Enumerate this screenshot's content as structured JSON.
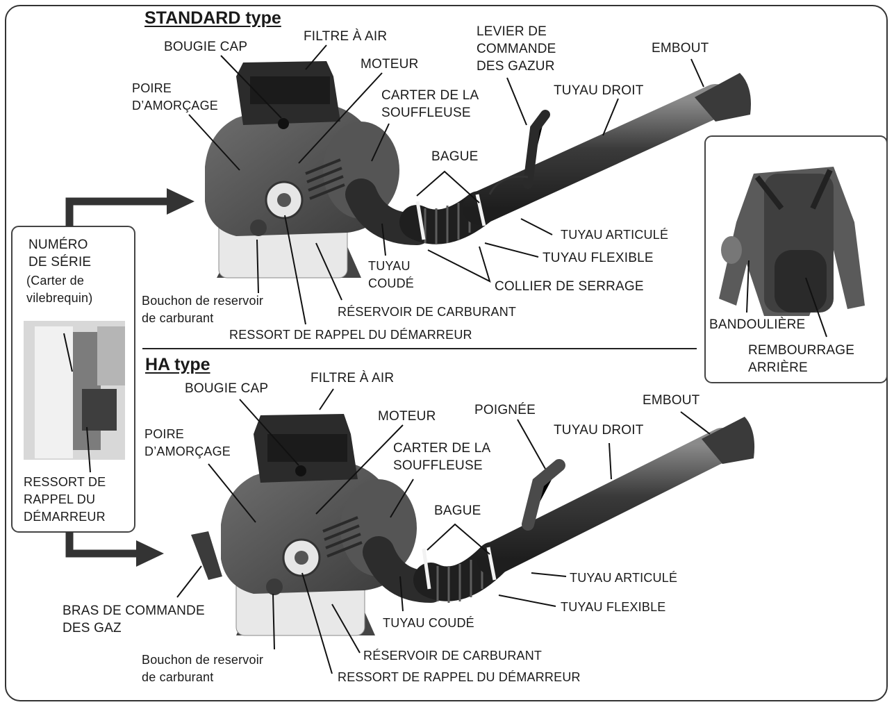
{
  "sections": {
    "standard": "STANDARD type",
    "ha": "HA type"
  },
  "standard": {
    "bougie_cap": "BOUGIE CAP",
    "filtre_air": "FILTRE À AIR",
    "moteur": "MOTEUR",
    "levier": "LEVIER DE\nCOMMANDE\nDES GAZUR",
    "embout": "EMBOUT",
    "poire": "POIRE\nD’AMORÇAGE",
    "carter": "CARTER DE LA\nSOUFFLEUSE",
    "tuyau_droit": "TUYAU DROIT",
    "bague": "BAGUE",
    "tuyau_articule": "TUYAU ARTICULÉ",
    "tuyau_flexible": "TUYAU FLEXIBLE",
    "tuyau_coude": "TUYAU\nCOUDÉ",
    "collier": "COLLIER DE SERRAGE",
    "bouchon": "Bouchon de reservoir\nde carburant",
    "reservoir": "RÉSERVOIR DE CARBURANT",
    "ressort": "RESSORT DE RAPPEL DU DÉMARREUR"
  },
  "serial": {
    "title": "NUMÉRO\nDE SÉRIE",
    "sub": "(Carter de\n vilebrequin)",
    "ressort": "RESSORT  DE\nRAPPEL DU\nDÉMARREUR"
  },
  "back": {
    "bandouliere": "BANDOULIÈRE",
    "rembourrage": "REMBOURRAGE\nARRIÈRE"
  },
  "ha": {
    "bougie_cap": "BOUGIE CAP",
    "filtre_air": "FILTRE À AIR",
    "moteur": "MOTEUR",
    "poignee": "POIGNÉE",
    "embout": "EMBOUT",
    "tuyau_droit": "TUYAU DROIT",
    "poire": "POIRE\nD’AMORÇAGE",
    "carter": "CARTER DE LA\nSOUFFLEUSE",
    "bague": "BAGUE",
    "tuyau_articule": "TUYAU ARTICULÉ",
    "tuyau_flexible": "TUYAU FLEXIBLE",
    "bras": "BRAS DE COMMANDE\nDES GAZ",
    "tuyau_coude": "TUYAU COUDÉ",
    "bouchon": "Bouchon de reservoir\nde carburant",
    "reservoir": "RÉSERVOIR DE  CARBURANT",
    "ressort": "RESSORT DE RAPPEL DU DÉMARREUR"
  }
}
